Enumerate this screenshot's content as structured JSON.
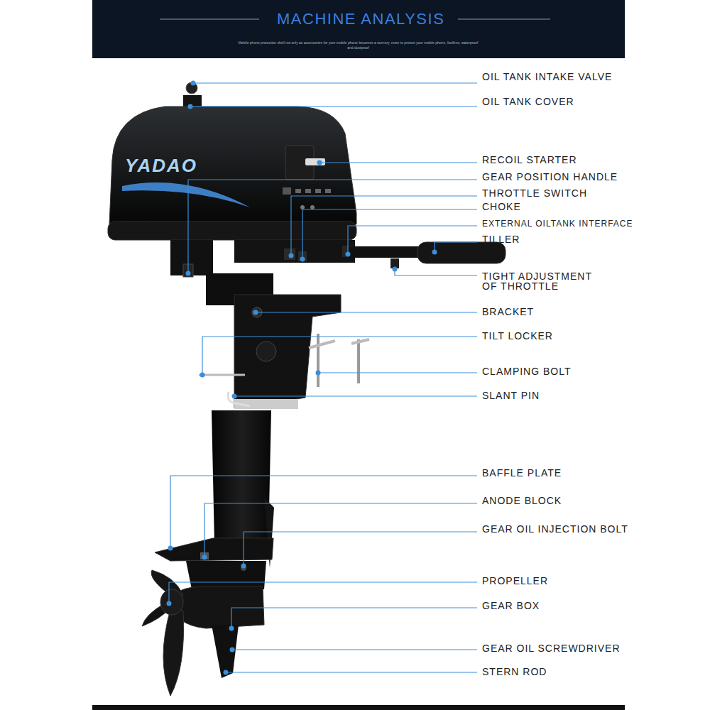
{
  "diagram": {
    "title": "MACHINE ANALYSIS",
    "labels": [
      "Mobile phone protection shell not only as accessories for your mobile phone becomes a scenery, more to protect your mobile phone, foolless, waterproof and dustproof",
      "YADAO",
      "OIL TANK INTAKE VALVE",
      "OIL TANK COVER",
      "RECOIL STARTER",
      "GEAR POSITION HANDLE",
      "THROTTLE SWITCH",
      "CHOKE",
      "EXTERNAL OILTANK INTERFACE",
      "TILLER",
      "TIGHT ADJUSTMENT OF THROTTLE",
      "BRACKET",
      "TILT LOCKER",
      "CLAMPING BOLT",
      "SLANT PIN",
      "BAFFLE PLATE",
      "ANODE BLOCK",
      "GEAR OIL INJECTION BOLT",
      "PROPELLER",
      "GEAR BOX",
      "GEAR OIL SCREWDRIVER",
      "STERN ROD"
    ]
  }
}
